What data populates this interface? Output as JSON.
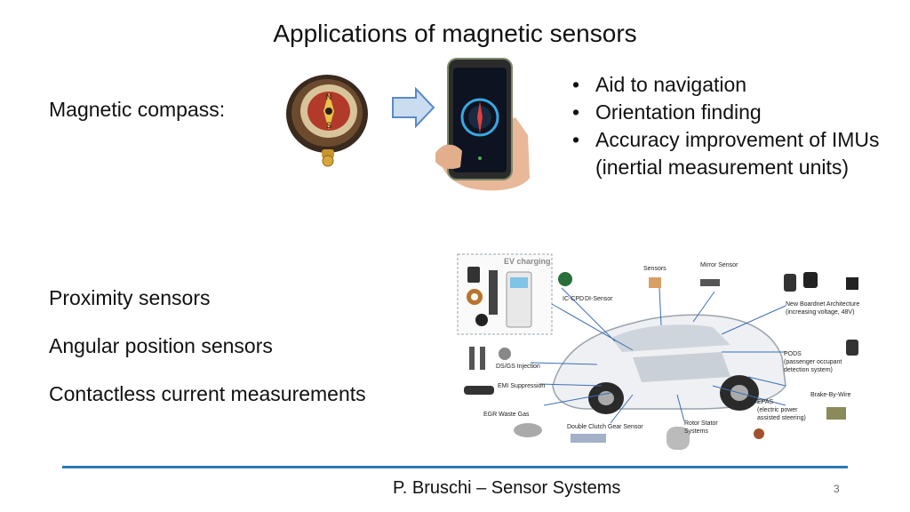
{
  "slide": {
    "title": "Applications of magnetic sensors",
    "compass_label": "Magnetic compass:",
    "bullets": [
      "Aid to navigation",
      "Orientation finding",
      "Accuracy improvement of IMUs (inertial measurement units)"
    ],
    "applications": [
      "Proximity sensors",
      "Angular position sensors",
      "Contactless current measurements"
    ],
    "footer": "P. Bruschi – Sensor Systems",
    "page_number": "3"
  },
  "car_diagram": {
    "ev_charging": "EV charging",
    "sensors": "Sensors",
    "mirror_sensor": "Mirror Sensor",
    "ic_cpd": "IC-CPD",
    "di_sensor": "DI-Sensor",
    "boardnet_1": "New Boardnet Architecture",
    "boardnet_2": "(increasing voltage, 48V)",
    "pods_1": "PODS",
    "pods_2": "(passenger occupant",
    "pods_3": "detection system)",
    "ds_gs": "DS/GS Injection",
    "emi": "EMI Suppression",
    "brake": "Brake-By-Wire",
    "epas_1": "EPAS",
    "epas_2": "(electric power",
    "epas_3": "assisted steering)",
    "egr": "EGR Waste Gas",
    "dcg": "Double Clutch Gear Sensor",
    "rotor_1": "Rotor Stator",
    "rotor_2": "Systems"
  },
  "colors": {
    "divider": "#2e77b8",
    "arrow_fill": "#c9dcf0",
    "arrow_stroke": "#5a8ac6",
    "callout_line": "#3b6fb4",
    "ev_label": "#8a8a8a"
  },
  "icons": [
    "compass-icon",
    "arrow-right-icon",
    "phone-compass-icon",
    "car-sensors-illustration"
  ]
}
